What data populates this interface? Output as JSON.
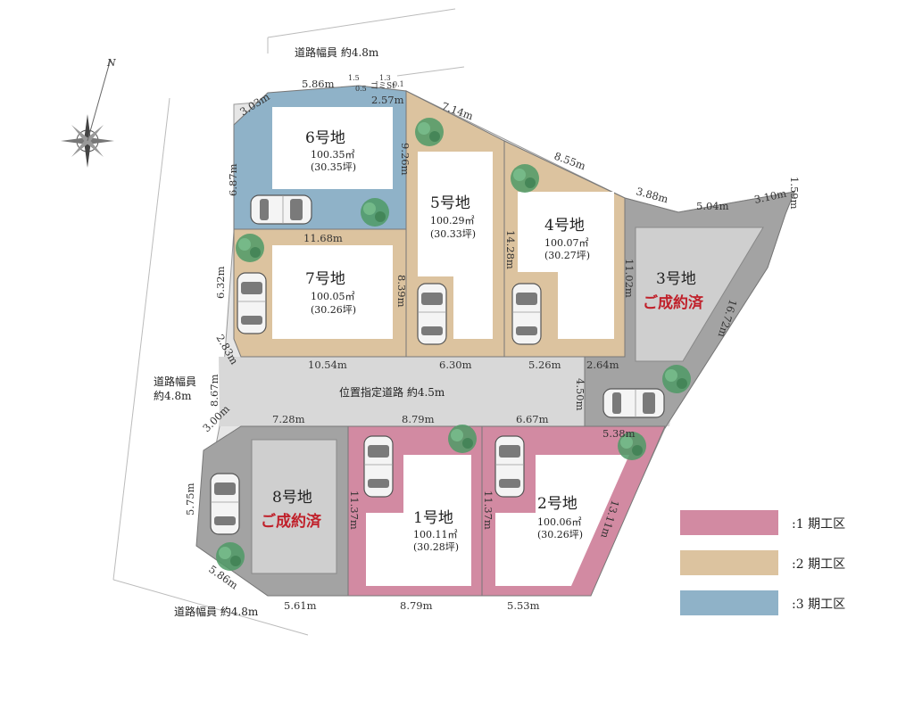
{
  "colors": {
    "phase1": "#d28aa2",
    "phase2": "#dcc39f",
    "phase3": "#8fb2c8",
    "sold": "#a3a3a3",
    "road": "#d6d6d6",
    "soldText": "#c0202a"
  },
  "compass": {
    "north": "N"
  },
  "roads": {
    "top": "道路幅員 約4.8m",
    "left_line1": "道路幅員",
    "left_line2": "約4.8m",
    "bottom": "道路幅員 約4.8m",
    "center": "位置指定道路 約4.5m",
    "garbage": "ゴミSt"
  },
  "lots": {
    "lot1": {
      "name": "1号地",
      "area_m2": "100.11㎡",
      "area_tsubo": "(30.28坪)",
      "phase": 1
    },
    "lot2": {
      "name": "2号地",
      "area_m2": "100.06㎡",
      "area_tsubo": "(30.26坪)",
      "phase": 1
    },
    "lot3": {
      "name": "3号地",
      "status": "ご成約済"
    },
    "lot4": {
      "name": "4号地",
      "area_m2": "100.07㎡",
      "area_tsubo": "(30.27坪)",
      "phase": 2
    },
    "lot5": {
      "name": "5号地",
      "area_m2": "100.29㎡",
      "area_tsubo": "(30.33坪)",
      "phase": 2
    },
    "lot6": {
      "name": "6号地",
      "area_m2": "100.35㎡",
      "area_tsubo": "(30.35坪)",
      "phase": 3
    },
    "lot7": {
      "name": "7号地",
      "area_m2": "100.05㎡",
      "area_tsubo": "(30.26坪)",
      "phase": 2
    },
    "lot8": {
      "name": "8号地",
      "status": "ご成約済"
    }
  },
  "dimensions": {
    "d586_top": "5.86m",
    "d303": "3.03m",
    "d257": "2.57m",
    "d15": "1.5",
    "d13": "1.3",
    "d01": "0.1",
    "d05": "0.5",
    "d714": "7.14m",
    "d926": "9.26m",
    "d687": "6.87m",
    "d855": "8.55m",
    "d388": "3.88m",
    "d504": "5.04m",
    "d310": "3.10m",
    "d159": "1.59m",
    "d1168": "11.68m",
    "d632": "6.32m",
    "d839": "8.39m",
    "d1428": "14.28m",
    "d1102": "11.02m",
    "d1672": "16.72m",
    "d283": "2.83m",
    "d1054": "10.54m",
    "d630": "6.30m",
    "d526": "5.26m",
    "d264": "2.64m",
    "d450": "4.50m",
    "d867": "8.67m",
    "d728": "7.28m",
    "d879_top": "8.79m",
    "d667": "6.67m",
    "d538": "5.38m",
    "d300": "3.00m",
    "d1137_a": "11.37m",
    "d1137_b": "11.37m",
    "d1311": "13.11m",
    "d575": "5.75m",
    "d586_bottom": "5.86m",
    "d561": "5.61m",
    "d879_bottom": "8.79m",
    "d553": "5.53m"
  },
  "legend": [
    {
      "label": ":1 期工区",
      "color": "#d28aa2"
    },
    {
      "label": ":2 期工区",
      "color": "#dcc39f"
    },
    {
      "label": ":3 期工区",
      "color": "#8fb2c8"
    }
  ]
}
